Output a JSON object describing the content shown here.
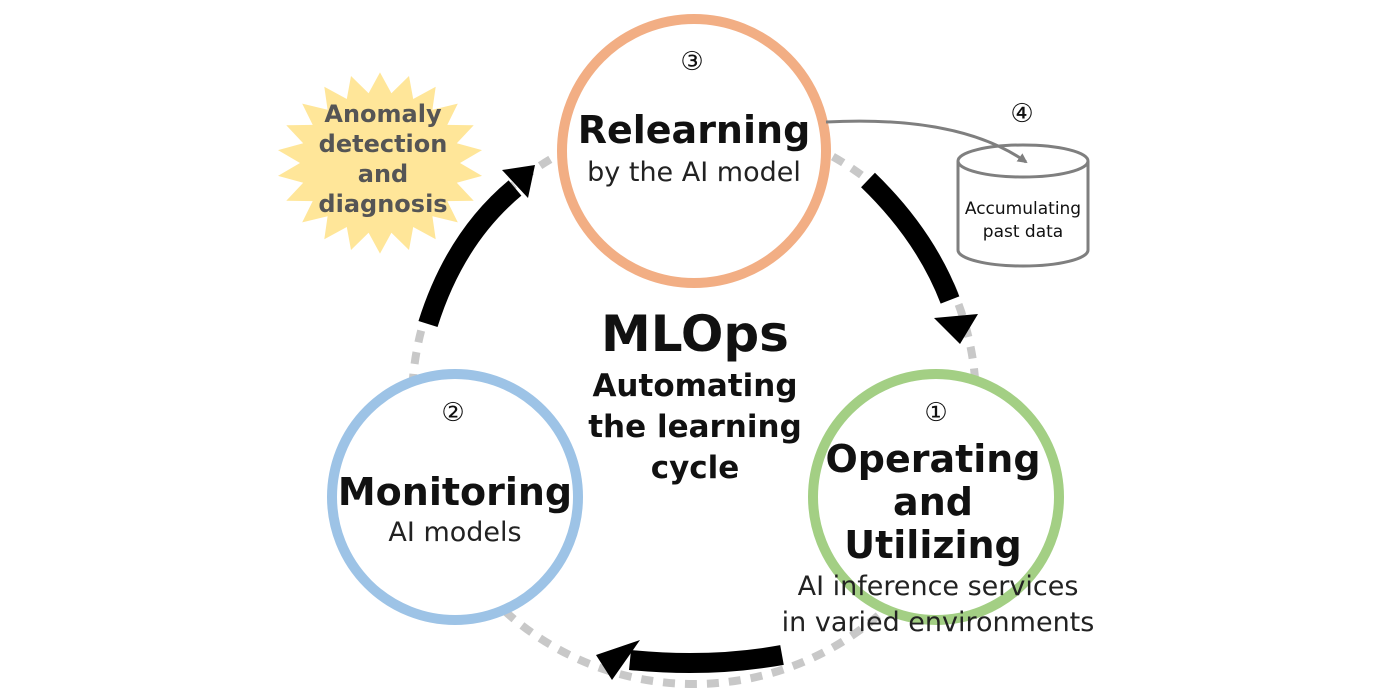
{
  "center": {
    "title": "MLOps",
    "subtitle_lines": [
      "Automating",
      "the learning",
      "cycle"
    ]
  },
  "relearning": {
    "number": "③",
    "title": "Relearning",
    "subtitle": "by the AI model",
    "color": "#F2AE84"
  },
  "operating": {
    "number": "①",
    "title_lines": [
      "Operating",
      "and",
      "Utilizing"
    ],
    "subtitle_lines": [
      "AI inference services",
      "in varied environments"
    ],
    "color": "#A3CF84"
  },
  "monitoring": {
    "number": "②",
    "title": "Monitoring",
    "subtitle": "AI models",
    "color": "#9DC3E6"
  },
  "anomaly": {
    "lines": [
      "Anomaly",
      "detection",
      "and",
      "diagnosis"
    ],
    "color": "#FFE699"
  },
  "storage": {
    "number": "④",
    "lines": [
      "Accumulating",
      "past data"
    ]
  },
  "colors": {
    "arrow": "#000000",
    "dotted_ring": "#C8C8C8",
    "storage_outline": "#7F7F7F"
  }
}
